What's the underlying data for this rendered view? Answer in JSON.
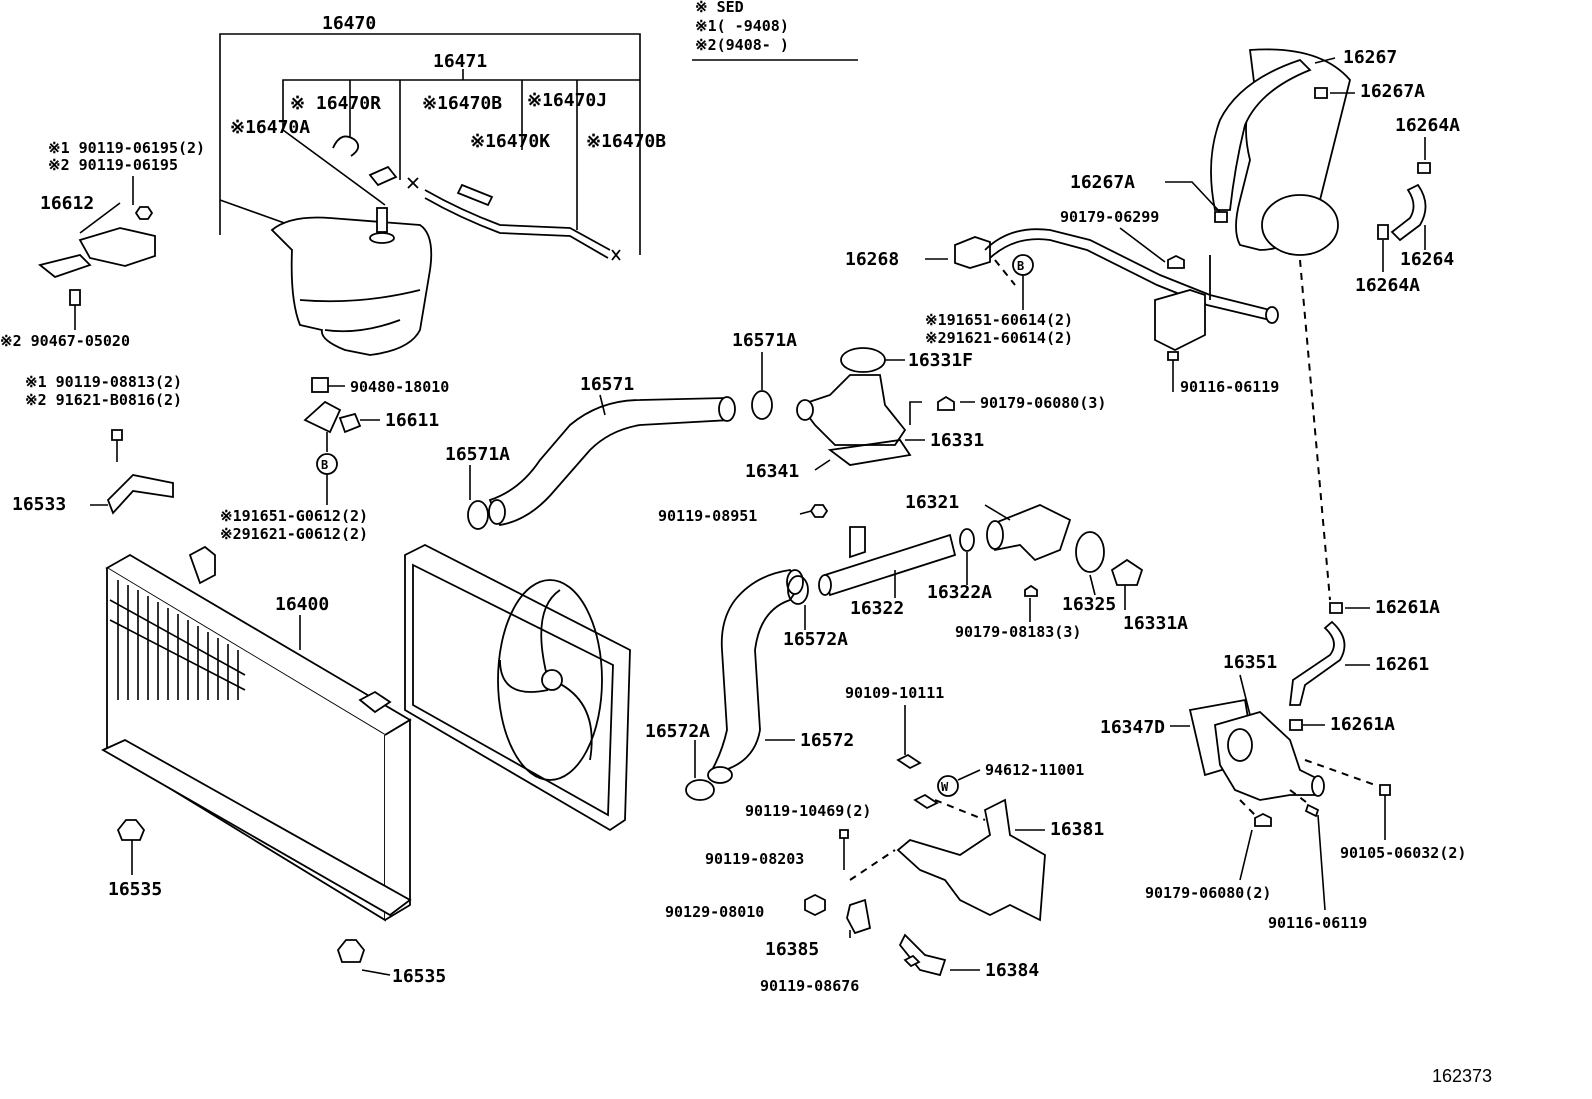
{
  "legend": {
    "title": "※ SED",
    "line1": "※1(  -9408)",
    "line2": "※2(9408-   )"
  },
  "labels": {
    "p16470": "16470",
    "p16471": "16471",
    "p16470R": "※ 16470R",
    "p16470B_1": "※16470B",
    "p16470J": "※16470J",
    "p16470A": "※16470A",
    "p16470K": "※16470K",
    "p16470B_2": "※16470B",
    "p90119_06195_1": "※1 90119-06195(2)",
    "p90119_06195_2": "※2 90119-06195",
    "p16612": "16612",
    "p90467_05020": "※2 90467-05020",
    "p90119_08813": "※1 90119-08813(2)",
    "p91621_B0816": "※2 91621-B0816(2)",
    "p90480_18010": "90480-18010",
    "p16611": "16611",
    "p16533": "16533",
    "p91651_G0612": "※191651-G0612(2)",
    "p91621_G0612": "※291621-G0612(2)",
    "p16400": "16400",
    "p16535_1": "16535",
    "p16535_2": "16535",
    "p16571": "16571",
    "p16571A_1": "16571A",
    "p16571A_2": "16571A",
    "p16331F": "16331F",
    "p90179_06080_3": "90179-06080(3)",
    "p16331": "16331",
    "p16341": "16341",
    "p90119_08951": "90119-08951",
    "p16321": "16321",
    "p16322": "16322",
    "p16322A": "16322A",
    "p16325": "16325",
    "p16331A": "16331A",
    "p90179_08183": "90179-08183(3)",
    "p16572A_1": "16572A",
    "p16572A_2": "16572A",
    "p16572": "16572",
    "p90109_10111": "90109-10111",
    "p94612_11001": "94612-11001",
    "p90119_10469": "90119-10469(2)",
    "p16381": "16381",
    "p90119_08203": "90119-08203",
    "p90129_08010": "90129-08010",
    "p16385": "16385",
    "p16384": "16384",
    "p90119_08676": "90119-08676",
    "p16267": "16267",
    "p16267A_1": "16267A",
    "p16264A_1": "16264A",
    "p16267A_2": "16267A",
    "p90179_06299": "90179-06299",
    "p16264": "16264",
    "p16264A_2": "16264A",
    "p16268": "16268",
    "p91651_60614": "※191651-60614(2)",
    "p91621_60614": "※291621-60614(2)",
    "p90116_06119_1": "90116-06119",
    "p16261A_1": "16261A",
    "p16351": "16351",
    "p16261": "16261",
    "p16347D": "16347D",
    "p16261A_2": "16261A",
    "p90105_06032": "90105-06032(2)",
    "p90179_06080_2": "90179-06080(2)",
    "p90116_06119_2": "90116-06119",
    "callout_B": "B",
    "callout_W": "W"
  },
  "diagram_number": "162373"
}
